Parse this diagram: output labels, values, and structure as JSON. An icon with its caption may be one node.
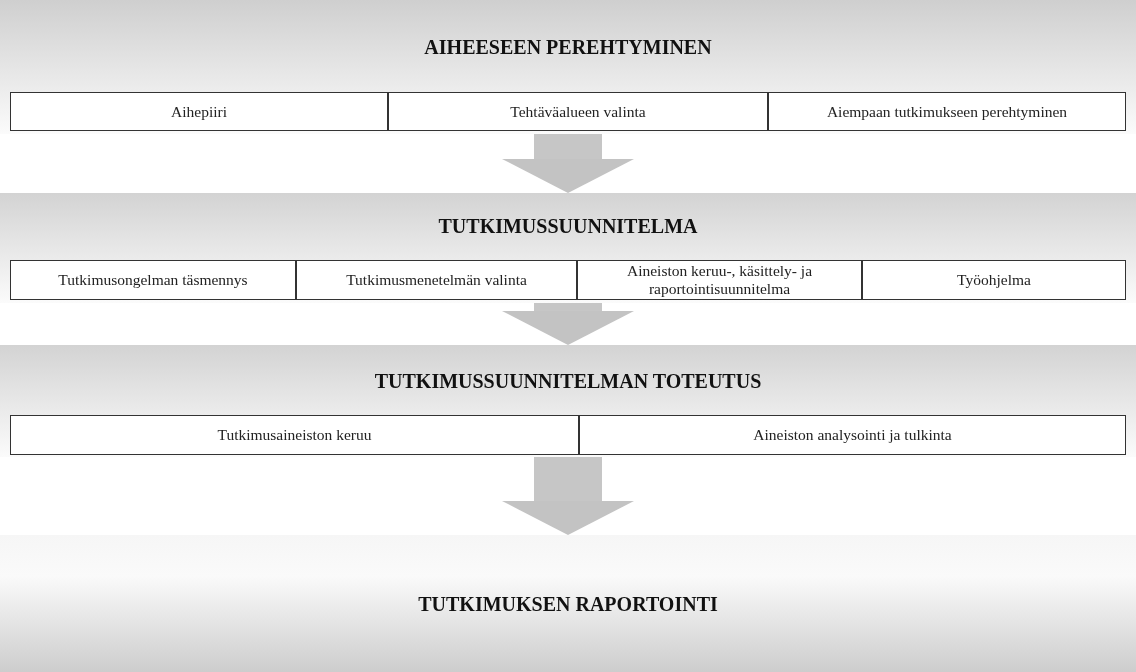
{
  "diagram": {
    "nodes": [
      {
        "text": [
          "AIHEESEEN PEREHTYMINEN"
        ]
      },
      {
        "text": [
          "Aihepiiri"
        ],
        "in": 0
      },
      {
        "text": [
          "Tehtäväalueen valinta"
        ],
        "in": 0
      },
      {
        "text": [
          "Aiempaan tutkimukseen perehtyminen"
        ],
        "in": 0
      },
      {
        "text": [
          "TUTKIMUSSUUNNITELMA"
        ]
      },
      {
        "text": [
          "Tutkimusongelman täsmennys"
        ],
        "in": 4
      },
      {
        "text": [
          "Tutkimusmenetelmän valinta"
        ],
        "in": 4
      },
      {
        "text": [
          "Aineiston keruu-, käsittely- ja raportointisuunnitelma"
        ],
        "in": 4
      },
      {
        "text": [
          "Työohjelma"
        ],
        "in": 4
      },
      {
        "text": [
          "TUTKIMUSSUUNNITELMAN TOTEUTUS"
        ]
      },
      {
        "text": [
          "Tutkimusaineiston keruu"
        ],
        "in": 9
      },
      {
        "text": [
          "Aineiston analysointi ja tulkinta"
        ],
        "in": 9
      },
      {
        "text": [
          "TUTKIMUKSEN RAPORTOINTI"
        ]
      }
    ],
    "edges": [
      {
        "from": 0,
        "to": 4,
        "arrow": "to"
      },
      {
        "from": 4,
        "to": 9,
        "arrow": "to"
      },
      {
        "from": 9,
        "to": 12,
        "arrow": "to"
      }
    ]
  }
}
